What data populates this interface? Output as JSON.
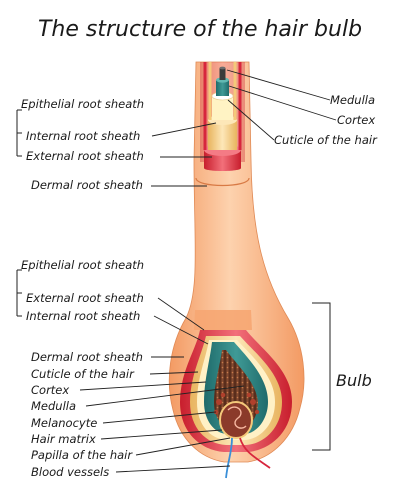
{
  "title": "The structure of the hair bulb",
  "upper_left": {
    "group_label": "Epithelial root sheath",
    "internal": "Internal root sheath",
    "external": "External root sheath",
    "dermal": "Dermal root sheath"
  },
  "upper_right": {
    "medulla": "Medulla",
    "cortex": "Cortex",
    "cuticle": "Cuticle of the hair"
  },
  "lower_left": {
    "group_label": "Epithelial root sheath",
    "external": "External root sheath",
    "internal": "Internal root sheath",
    "dermal": "Dermal root sheath",
    "cuticle": "Cuticle of the hair",
    "cortex": "Cortex",
    "medulla": "Medulla",
    "melanocyte": "Melanocyte",
    "matrix": "Hair matrix",
    "papilla": "Papilla of the hair",
    "vessels": "Blood vessels"
  },
  "bulb_label": "Bulb",
  "colors": {
    "dermal_sheath": "#f7b98b",
    "external_sheath": "#e63946",
    "internal_sheath": "#f4c97a",
    "cuticle": "#fff3c4",
    "cortex": "#2f7f7f",
    "medulla": "#6b3a24",
    "papilla": "#8b3a2a"
  }
}
